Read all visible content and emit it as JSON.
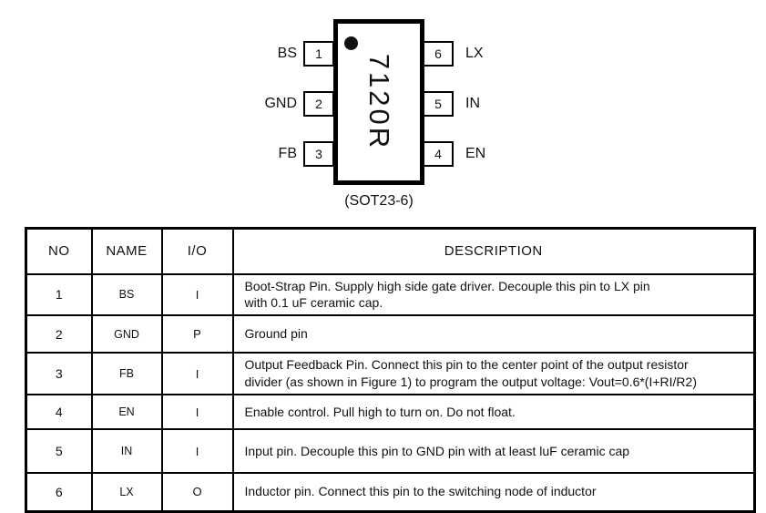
{
  "colors": {
    "ink": "#111111",
    "background": "#ffffff"
  },
  "package": {
    "part_number": "7120R",
    "package_label": "(SOT23-6)",
    "left_pins": [
      {
        "number": "1",
        "label": "BS"
      },
      {
        "number": "2",
        "label": "GND"
      },
      {
        "number": "3",
        "label": "FB"
      }
    ],
    "right_pins": [
      {
        "number": "6",
        "label": "LX"
      },
      {
        "number": "5",
        "label": "IN"
      },
      {
        "number": "4",
        "label": "EN"
      }
    ]
  },
  "pin_table": {
    "headers": [
      "NO",
      "NAME",
      "I/O",
      "DESCRIPTION"
    ],
    "rows": [
      {
        "no": "1",
        "name": "BS",
        "io": "I",
        "description": "Boot-Strap Pin. Supply high side gate driver. Decouple this pin to LX pin\nwith 0.1 uF ceramic cap."
      },
      {
        "no": "2",
        "name": "GND",
        "io": "P",
        "description": "Ground pin"
      },
      {
        "no": "3",
        "name": "FB",
        "io": "I",
        "description": "Output Feedback Pin. Connect this pin to the center point of the output resistor\ndivider (as shown in Figure 1) to program the output voltage: Vout=0.6*(I+RI/R2)"
      },
      {
        "no": "4",
        "name": "EN",
        "io": "I",
        "description": "Enable control. Pull high to turn on. Do not float."
      },
      {
        "no": "5",
        "name": "IN",
        "io": "I",
        "description": "Input pin. Decouple this pin to GND pin with at least luF ceramic cap"
      },
      {
        "no": "6",
        "name": "LX",
        "io": "O",
        "description": "Inductor pin. Connect this pin to the switching node of inductor"
      }
    ]
  }
}
